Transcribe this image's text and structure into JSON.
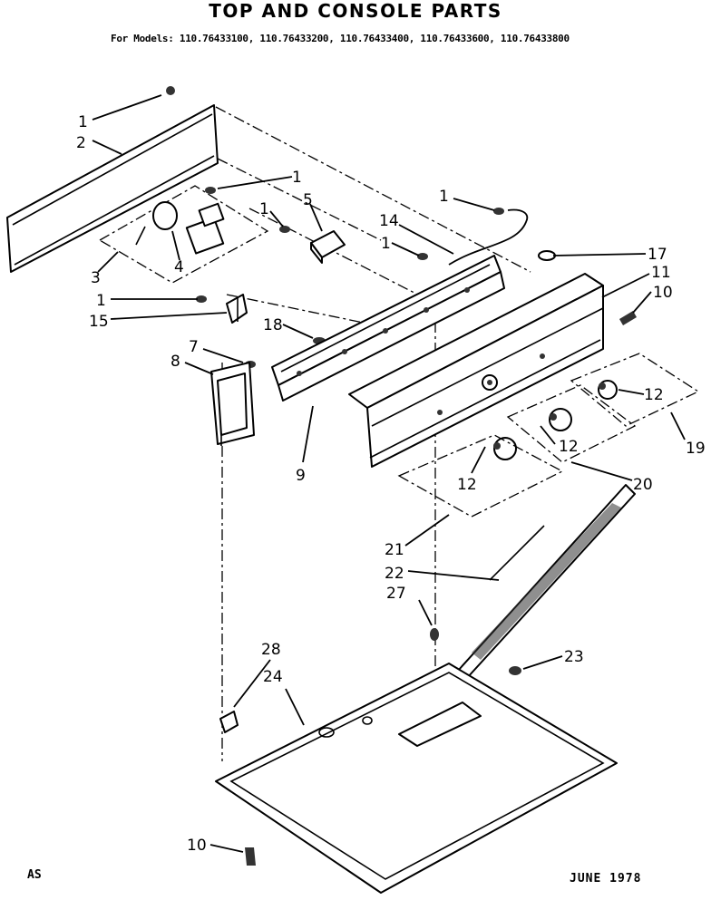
{
  "header": {
    "title": "TOP AND CONSOLE PARTS",
    "models_line": "For Models: 110.76433100, 110.76433200, 110.76433400, 110.76433600, 110.76433800"
  },
  "footer": {
    "left_code": "AS",
    "date": "JUNE 1978"
  },
  "callouts": {
    "c1a": "1",
    "c2": "2",
    "c1b": "1",
    "c5": "5",
    "c1c": "1",
    "c14": "14",
    "c1d": "1",
    "c1e": "1",
    "c17": "17",
    "c11": "11",
    "c10a": "10",
    "c3": "3",
    "c4": "4",
    "c1f": "1",
    "c15": "15",
    "c18": "18",
    "c7": "7",
    "c8": "8",
    "c9": "9",
    "c12a": "12",
    "c12b": "12",
    "c12c": "12",
    "c19": "19",
    "c20": "20",
    "c21": "21",
    "c22": "22",
    "c27": "27",
    "c23": "23",
    "c28": "28",
    "c24": "24",
    "c10b": "10"
  }
}
